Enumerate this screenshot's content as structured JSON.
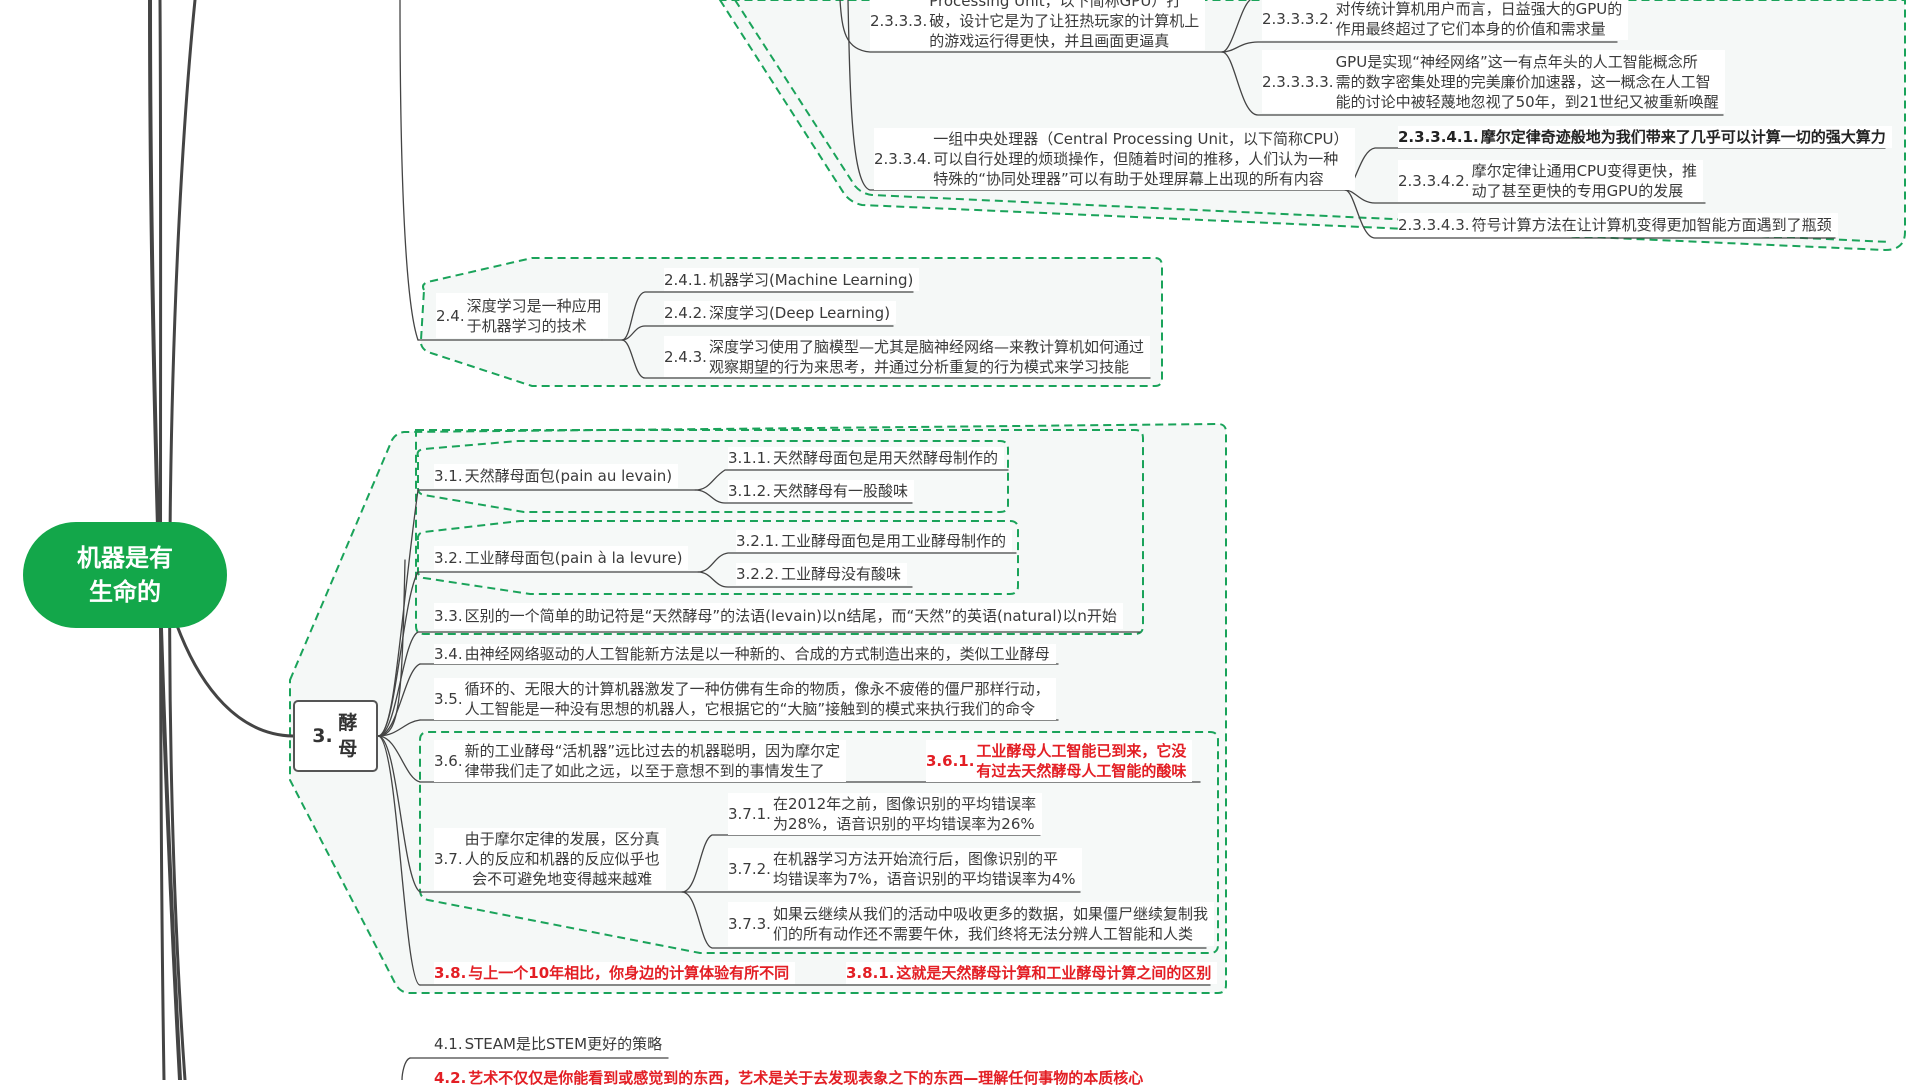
{
  "root": {
    "label": "机器是有\n生命的",
    "color": "#13a74a"
  },
  "branch3": {
    "num": "3.",
    "label": "酵\n母"
  },
  "section2": {
    "n2333": {
      "num": "2.3.3.3.",
      "text": "Processing Unit，以下简称GPU）打\n破，设计它是为了让狂热玩家的计算机上\n的游戏运行得更快，并且画面更逼真"
    },
    "n23332": {
      "num": "2.3.3.3.2.",
      "text": "对传统计算机用户而言，日益强大的GPU的\n作用最终超过了它们本身的价值和需求量"
    },
    "n23333": {
      "num": "2.3.3.3.3.",
      "text": "GPU是实现“神经网络”这一有点年头的人工智能概念所\n需的数字密集处理的完美廉价加速器，这一概念在人工智\n能的讨论中被轻蔑地忽视了50年，到21世纪又被重新唤醒"
    },
    "n2334": {
      "num": "2.3.3.4.",
      "text": "一组中央处理器（Central Processing Unit，以下简称CPU）\n可以自行处理的烦琐操作，但随着时间的推移，人们认为一种\n特殊的“协同处理器”可以有助于处理屏幕上出现的所有内容"
    },
    "n23341": {
      "num": "2.3.3.4.1.",
      "text": "摩尔定律奇迹般地为我们带来了几乎可以计算一切的强大算力"
    },
    "n23342": {
      "num": "2.3.3.4.2.",
      "text": "摩尔定律让通用CPU变得更快，推\n动了甚至更快的专用GPU的发展"
    },
    "n23343": {
      "num": "2.3.3.4.3.",
      "text": "符号计算方法在让计算机变得更加智能方面遇到了瓶颈"
    },
    "n24": {
      "num": "2.4.",
      "text": "深度学习是一种应用\n于机器学习的技术"
    },
    "n241": {
      "num": "2.4.1.",
      "text": "机器学习(Machine Learning)"
    },
    "n242": {
      "num": "2.4.2.",
      "text": "深度学习(Deep Learning)"
    },
    "n243": {
      "num": "2.4.3.",
      "text": "深度学习使用了脑模型—尤其是脑神经网络—来教计算机如何通过\n观察期望的行为来思考，并通过分析重复的行为模式来学习技能"
    }
  },
  "section3": {
    "n31": {
      "num": "3.1.",
      "text": "天然酵母面包(pain au levain)"
    },
    "n311": {
      "num": "3.1.1.",
      "text": "天然酵母面包是用天然酵母制作的"
    },
    "n312": {
      "num": "3.1.2.",
      "text": "天然酵母有一股酸味"
    },
    "n32": {
      "num": "3.2.",
      "text": "工业酵母面包(pain à la levure)"
    },
    "n321": {
      "num": "3.2.1.",
      "text": "工业酵母面包是用工业酵母制作的"
    },
    "n322": {
      "num": "3.2.2.",
      "text": "工业酵母没有酸味"
    },
    "n33": {
      "num": "3.3.",
      "text": "区别的一个简单的助记符是“天然酵母”的法语(levain)以n结尾，而“天然”的英语(natural)以n开始"
    },
    "n34": {
      "num": "3.4.",
      "text": "由神经网络驱动的人工智能新方法是以一种新的、合成的方式制造出来的，类似工业酵母"
    },
    "n35": {
      "num": "3.5.",
      "text": "循环的、无限大的计算机器激发了一种仿佛有生命的物质，像永不疲倦的僵尸那样行动，\n人工智能是一种没有思想的机器人，它根据它的“大脑”接触到的模式来执行我们的命令"
    },
    "n36": {
      "num": "3.6.",
      "text": "新的工业酵母“活机器”远比过去的机器聪明，因为摩尔定\n律带我们走了如此之远，以至于意想不到的事情发生了"
    },
    "n361": {
      "num": "3.6.1.",
      "text": "工业酵母人工智能已到来，它没\n有过去天然酵母人工智能的酸味"
    },
    "n37": {
      "num": "3.7.",
      "text": "由于摩尔定律的发展，区分真\n人的反应和机器的反应似乎也\n会不可避免地变得越来越难"
    },
    "n371": {
      "num": "3.7.1.",
      "text": "在2012年之前，图像识别的平均错误率\n为28%，语音识别的平均错误率为26%"
    },
    "n372": {
      "num": "3.7.2.",
      "text": "在机器学习方法开始流行后，图像识别的平\n均错误率为7%，语音识别的平均错误率为4%"
    },
    "n373": {
      "num": "3.7.3.",
      "text": "如果云继续从我们的活动中吸收更多的数据，如果僵尸继续复制我\n们的所有动作还不需要午休，我们终将无法分辨人工智能和人类"
    },
    "n38": {
      "num": "3.8.",
      "text": "与上一个10年相比，你身边的计算体验有所不同"
    },
    "n381": {
      "num": "3.8.1.",
      "text": "这就是天然酵母计算和工业酵母计算之间的区别"
    }
  },
  "section4": {
    "n41": {
      "num": "4.1.",
      "text": "STEAM是比STEM更好的策略"
    },
    "n42": {
      "num": "4.2.",
      "text": "艺术不仅仅是你能看到或感觉到的东西，艺术是关于去发现表象之下的东西—理解任何事物的本质核心"
    }
  },
  "colors": {
    "boundary": "#1aa35a",
    "boundary_fill": "#f5f8f7",
    "line": "#444444",
    "accent_red": "#e31e24"
  }
}
